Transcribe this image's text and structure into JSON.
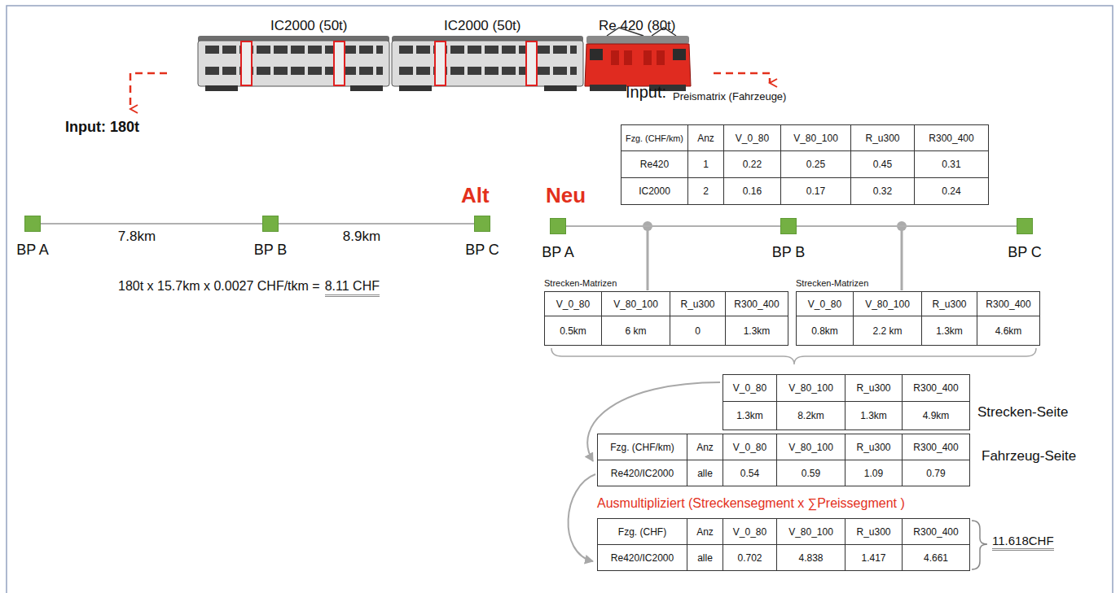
{
  "diagram": {
    "nodes": [
      {
        "text": [
          "BP A"
        ]
      },
      {
        "text": [
          "BP B"
        ]
      },
      {
        "text": [
          "BP C"
        ]
      },
      {
        "text": [
          "BP A"
        ]
      },
      {
        "text": [
          "BP B"
        ]
      },
      {
        "text": [
          "BP C"
        ]
      }
    ],
    "edges": [
      {
        "from": 0,
        "to": 1,
        "arrow": "none",
        "label": "7.8km"
      },
      {
        "from": 1,
        "to": 2,
        "arrow": "none",
        "label": "8.9km"
      },
      {
        "from": 3,
        "to": 4,
        "arrow": "none"
      },
      {
        "from": 4,
        "to": 5,
        "arrow": "none"
      }
    ],
    "labels": [
      "IC2000 (50t)",
      "IC2000 (50t)",
      "Re 420 (80t)",
      "Input: 180t",
      "Input:",
      "Preismatrix (Fahrzeuge)",
      "Fzg. (CHF/km)",
      "Anz",
      "V_0_80",
      "V_80_100",
      "R_u300",
      "R300_400",
      "Re420",
      "1",
      "0.22",
      "0.25",
      "0.45",
      "0.31",
      "IC2000",
      "2",
      "0.16",
      "0.17",
      "0.32",
      "0.24",
      "Alt",
      "Neu",
      "180t x 15.7km x 0.0027 CHF/tkm =",
      "8.11 CHF",
      "Strecken-Matrizen",
      "V_0_80",
      "V_80_100",
      "R_u300",
      "R300_400",
      "0.5km",
      "6 km",
      "0",
      "1.3km",
      "Strecken-Matrizen",
      "V_0_80",
      "V_80_100",
      "R_u300",
      "R300_400",
      "0.8km",
      "2.2 km",
      "1.3km",
      "4.6km",
      "V_0_80",
      "V_80_100",
      "R_u300",
      "R300_400",
      "1.3km",
      "8.2km",
      "1.3km",
      "4.9km",
      "Strecken-Seite",
      "Fzg. (CHF/km)",
      "Anz",
      "V_0_80",
      "V_80_100",
      "R_u300",
      "R300_400",
      "Re420/IC2000",
      "alle",
      "0.54",
      "0.59",
      "1.09",
      "0.79",
      "Fahrzeug-Seite",
      "Ausmultipliziert (Streckensegment x ∑Preissegment )",
      "Fzg. (CHF)",
      "Anz",
      "V_0_80",
      "V_80_100",
      "R_u300",
      "R300_400",
      "Re420/IC2000",
      "alle",
      "0.702",
      "4.838",
      "1.417",
      "4.661",
      "11.618CHF"
    ]
  }
}
